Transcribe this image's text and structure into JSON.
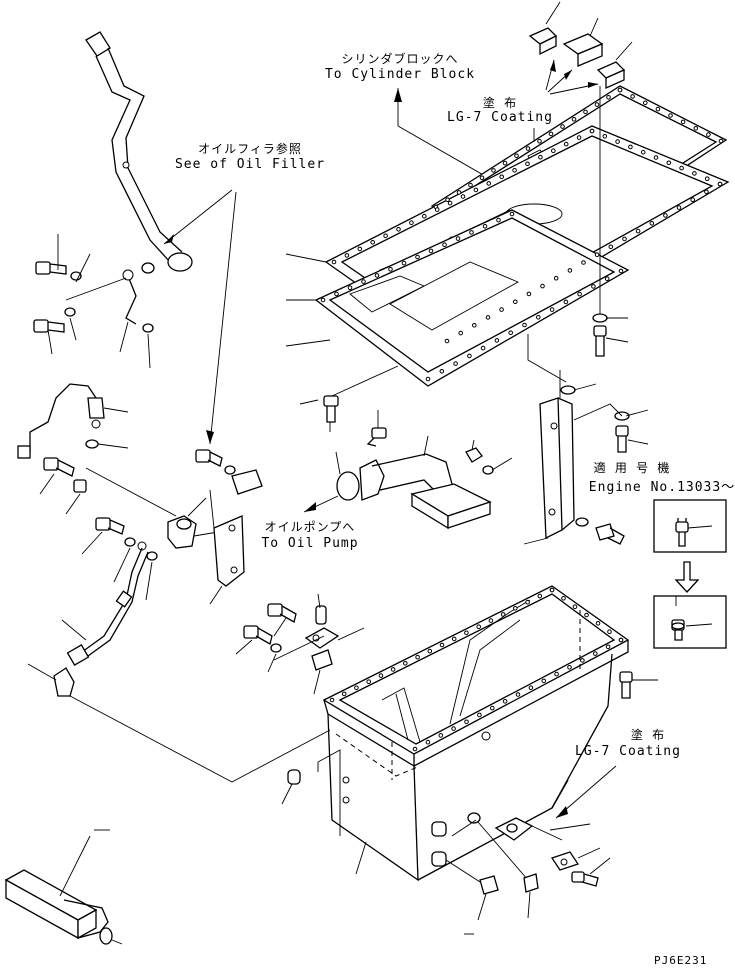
{
  "labels": {
    "cylinder_block_jp": "シリンダブロックへ",
    "cylinder_block_en": "To Cylinder Block",
    "coating_top_jp": "塗 布",
    "coating_top_en": "LG-7 Coating",
    "oil_filler_jp": "オイルフィラ参照",
    "oil_filler_en": "See of Oil Filler",
    "engine_jp": "適 用 号 機",
    "engine_en": "Engine No.13033～",
    "oil_pump_jp": "オイルポンプへ",
    "oil_pump_en": "To Oil Pump",
    "coating_bottom_jp": "塗 布",
    "coating_bottom_en": "LG-7 Coating",
    "drawing_code": "PJ6E231"
  }
}
